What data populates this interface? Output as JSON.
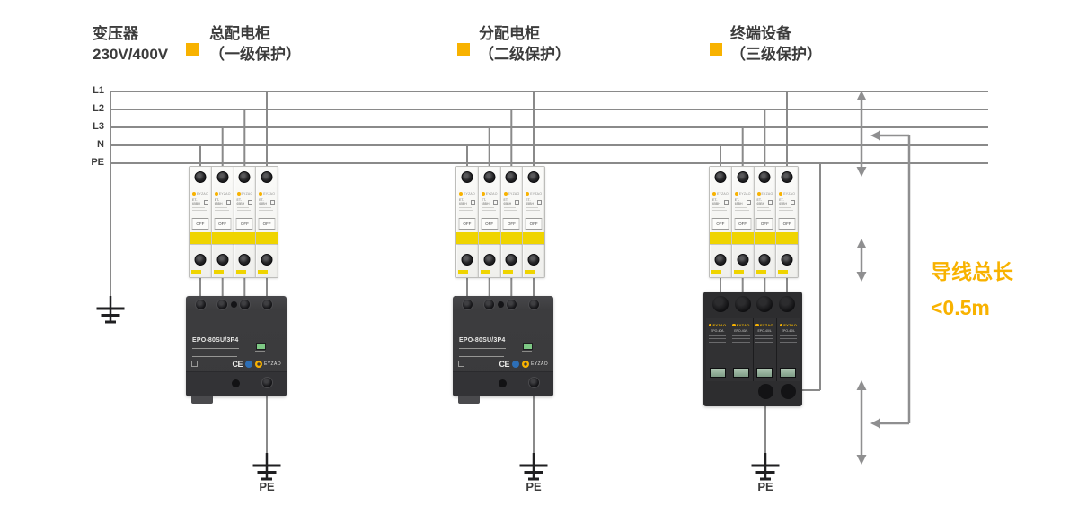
{
  "header": {
    "transformer_line1": "变压器",
    "transformer_line2": "230V/400V",
    "legend": [
      {
        "line1": "总配电柜",
        "line2": "（一级保护）"
      },
      {
        "line1": "分配电柜",
        "line2": "（二级保护）"
      },
      {
        "line1": "终端设备",
        "line2": "（三级保护）"
      }
    ]
  },
  "bus_labels": [
    "L1",
    "L2",
    "L3",
    "N",
    "PE"
  ],
  "annotation": {
    "line1": "导线总长",
    "line2": "<0.5m"
  },
  "ground_labels": [
    "PE",
    "PE",
    "PE"
  ],
  "breaker": {
    "brand": "EYZAO",
    "model": "ET-65BH",
    "toggle_label": "OFF"
  },
  "spd_main": {
    "model": "EPO-80SU/3P4",
    "ce_mark": "CE",
    "brand": "EYZAO"
  },
  "spd_terminal": {
    "brand": "EYZAO",
    "model": "EPO-40/L"
  },
  "colors": {
    "accent_yellow": "#F8B200",
    "breaker_band_yellow": "#EFD400",
    "wire_gray": "#8A8A8A",
    "arrow_gray": "#8F8F90",
    "ground_dark": "#1F1F21",
    "ink": "#3C3C3C"
  }
}
